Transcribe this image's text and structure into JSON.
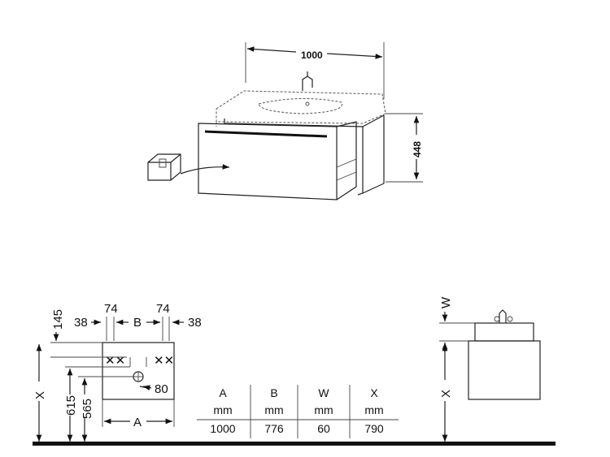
{
  "top_view": {
    "width_label": "1000",
    "height_label": "448"
  },
  "plan_view": {
    "top_labels": {
      "left_margin": "38",
      "left_gap": "74",
      "center": "B",
      "right_gap": "74",
      "right_margin": "38"
    },
    "left_labels": {
      "top_offset": "145",
      "height": "X",
      "h615": "615",
      "h565": "565"
    },
    "hole_label": "80",
    "bottom_label": "A"
  },
  "side_view": {
    "w_label": "W",
    "x_label": "X"
  },
  "table": {
    "headers": [
      "A",
      "B",
      "W",
      "X"
    ],
    "units": [
      "mm",
      "mm",
      "mm",
      "mm"
    ],
    "values": [
      "1000",
      "776",
      "60",
      "790"
    ]
  }
}
